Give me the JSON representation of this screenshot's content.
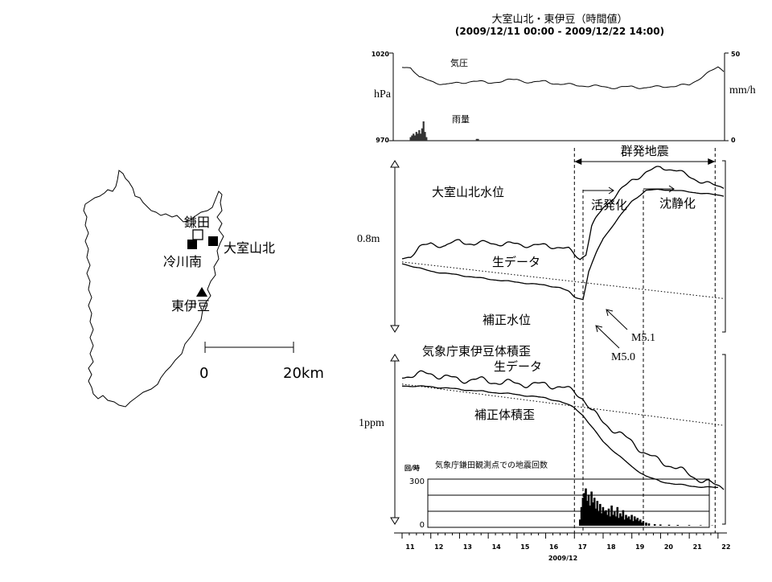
{
  "map": {
    "station_kamata": "鎌田",
    "station_omuroyama": "大室山北",
    "station_reikawa": "冷川南",
    "station_higashiizu": "東伊豆",
    "scale_zero": "0",
    "scale_dist": "20km"
  },
  "chart_data": {
    "type": "line",
    "title": "大室山北・東伊豆（時間値）",
    "subtitle": "(2009/12/11 00:00 - 2009/12/22 14:00)",
    "xlabel": "2009/12",
    "x_ticks": [
      "11",
      "12",
      "13",
      "14",
      "15",
      "16",
      "17",
      "18",
      "19",
      "20",
      "21",
      "22"
    ],
    "xlim": [
      11.0,
      22.2
    ],
    "weather": {
      "pressure_label": "気圧",
      "rain_label": "雨量",
      "left_unit": "hPa",
      "right_unit": "mm/h",
      "left_top": "1020",
      "left_bottom": "970",
      "right_top": "50",
      "right_bottom": "0",
      "ylim_pressure": [
        970,
        1020
      ],
      "ylim_rain": [
        0,
        50
      ],
      "pressure": [
        [
          11.0,
          1012
        ],
        [
          11.3,
          1012
        ],
        [
          11.6,
          1006
        ],
        [
          12.0,
          1004
        ],
        [
          12.5,
          1002
        ],
        [
          13.0,
          1003
        ],
        [
          13.5,
          1004
        ],
        [
          14.0,
          1003
        ],
        [
          14.5,
          1004
        ],
        [
          15.0,
          1005
        ],
        [
          15.5,
          1003
        ],
        [
          16.0,
          1004
        ],
        [
          16.5,
          1002
        ],
        [
          17.0,
          1002
        ],
        [
          17.5,
          1001
        ],
        [
          18.0,
          1001
        ],
        [
          18.5,
          1000
        ],
        [
          19.0,
          1001
        ],
        [
          19.5,
          1000
        ],
        [
          20.0,
          1001
        ],
        [
          20.5,
          1001
        ],
        [
          21.0,
          1002
        ],
        [
          21.5,
          1007
        ],
        [
          22.0,
          1012
        ],
        [
          22.2,
          1010
        ]
      ],
      "rain": [
        [
          11.3,
          2
        ],
        [
          11.35,
          3
        ],
        [
          11.4,
          4
        ],
        [
          11.45,
          3
        ],
        [
          11.5,
          5
        ],
        [
          11.55,
          4
        ],
        [
          11.6,
          6
        ],
        [
          11.65,
          4
        ],
        [
          11.7,
          7
        ],
        [
          11.75,
          11
        ],
        [
          11.8,
          5
        ],
        [
          11.85,
          2
        ],
        [
          13.6,
          1
        ],
        [
          13.65,
          1
        ]
      ]
    },
    "water_level": {
      "label": "大室山北水位",
      "raw_label": "生データ",
      "corrected_label": "補正水位",
      "scale_label": "0.8m",
      "scale_span": 0.8,
      "ylim": [
        -0.4,
        1.8
      ],
      "raw": [
        [
          11.0,
          0.55
        ],
        [
          11.3,
          0.58
        ],
        [
          11.6,
          0.68
        ],
        [
          12.0,
          0.74
        ],
        [
          12.5,
          0.7
        ],
        [
          13.0,
          0.78
        ],
        [
          13.5,
          0.72
        ],
        [
          14.0,
          0.76
        ],
        [
          14.5,
          0.72
        ],
        [
          15.0,
          0.74
        ],
        [
          15.5,
          0.7
        ],
        [
          16.0,
          0.72
        ],
        [
          16.5,
          0.68
        ],
        [
          16.8,
          0.66
        ],
        [
          17.0,
          0.6
        ],
        [
          17.2,
          0.55
        ],
        [
          17.4,
          0.6
        ],
        [
          17.6,
          0.95
        ],
        [
          18.0,
          1.2
        ],
        [
          18.5,
          1.38
        ],
        [
          19.0,
          1.55
        ],
        [
          19.5,
          1.65
        ],
        [
          20.0,
          1.72
        ],
        [
          20.5,
          1.68
        ],
        [
          21.0,
          1.6
        ],
        [
          21.5,
          1.52
        ],
        [
          22.0,
          1.47
        ],
        [
          22.2,
          1.47
        ]
      ],
      "corrected": [
        [
          11.0,
          0.48
        ],
        [
          11.5,
          0.43
        ],
        [
          12.0,
          0.38
        ],
        [
          13.0,
          0.33
        ],
        [
          14.0,
          0.28
        ],
        [
          15.0,
          0.24
        ],
        [
          16.0,
          0.2
        ],
        [
          16.5,
          0.17
        ],
        [
          16.8,
          0.12
        ],
        [
          17.0,
          0.05
        ],
        [
          17.3,
          0.02
        ],
        [
          17.5,
          0.38
        ],
        [
          17.8,
          0.65
        ],
        [
          18.0,
          0.8
        ],
        [
          18.5,
          1.05
        ],
        [
          19.0,
          1.28
        ],
        [
          19.5,
          1.42
        ],
        [
          20.0,
          1.43
        ],
        [
          20.5,
          1.42
        ],
        [
          21.0,
          1.4
        ],
        [
          21.5,
          1.38
        ],
        [
          22.2,
          1.35
        ]
      ],
      "trend": [
        [
          11.0,
          0.5
        ],
        [
          22.2,
          0.03
        ]
      ],
      "annotations": [
        "M5.1",
        "M5.0"
      ]
    },
    "strain": {
      "label": "気象庁東伊豆体積歪",
      "raw_label": "生データ",
      "corrected_label": "補正体積歪",
      "scale_label": "1ppm",
      "scale_span": 1,
      "ylim": [
        -2.6,
        1.3
      ],
      "raw": [
        [
          11.0,
          0.78
        ],
        [
          11.5,
          0.86
        ],
        [
          12.0,
          0.84
        ],
        [
          12.5,
          0.8
        ],
        [
          13.0,
          0.7
        ],
        [
          13.5,
          0.74
        ],
        [
          14.0,
          0.68
        ],
        [
          14.5,
          0.66
        ],
        [
          15.0,
          0.64
        ],
        [
          15.5,
          0.6
        ],
        [
          16.0,
          0.62
        ],
        [
          16.5,
          0.55
        ],
        [
          17.0,
          0.45
        ],
        [
          17.3,
          0.3
        ],
        [
          17.6,
          0.0
        ],
        [
          18.0,
          -0.25
        ],
        [
          18.5,
          -0.5
        ],
        [
          19.0,
          -0.7
        ],
        [
          19.5,
          -1.0
        ],
        [
          20.0,
          -1.15
        ],
        [
          20.5,
          -1.3
        ],
        [
          21.0,
          -1.45
        ],
        [
          21.5,
          -1.62
        ],
        [
          22.0,
          -1.72
        ],
        [
          22.2,
          -1.74
        ]
      ],
      "corrected": [
        [
          11.0,
          0.58
        ],
        [
          12.0,
          0.56
        ],
        [
          13.0,
          0.5
        ],
        [
          14.0,
          0.44
        ],
        [
          15.0,
          0.38
        ],
        [
          16.0,
          0.3
        ],
        [
          16.5,
          0.22
        ],
        [
          17.0,
          0.08
        ],
        [
          17.3,
          -0.1
        ],
        [
          17.7,
          -0.45
        ],
        [
          18.0,
          -0.7
        ],
        [
          18.5,
          -1.0
        ],
        [
          19.0,
          -1.28
        ],
        [
          19.5,
          -1.5
        ],
        [
          20.0,
          -1.62
        ],
        [
          20.5,
          -1.68
        ],
        [
          21.0,
          -1.72
        ],
        [
          21.5,
          -1.75
        ],
        [
          22.0,
          -1.76
        ]
      ],
      "trend": [
        [
          11.0,
          0.62
        ],
        [
          22.2,
          -0.33
        ]
      ]
    },
    "events": {
      "swarm_label": "群発地震",
      "active_label": "活発化",
      "calm_label": "沈静化",
      "swarm_start": 17.0,
      "swarm_end": 21.9,
      "active_start": 17.3,
      "calm_start": 19.4
    },
    "seismicity": {
      "label": "気象庁鎌田観測点での地震回数",
      "unit": "回/時",
      "y_top": "300",
      "y_bottom": "0",
      "ylim": [
        0,
        300
      ],
      "counts": [
        [
          17.2,
          40
        ],
        [
          17.25,
          120
        ],
        [
          17.3,
          180
        ],
        [
          17.35,
          210
        ],
        [
          17.4,
          240
        ],
        [
          17.45,
          160
        ],
        [
          17.5,
          200
        ],
        [
          17.55,
          130
        ],
        [
          17.6,
          220
        ],
        [
          17.65,
          150
        ],
        [
          17.7,
          180
        ],
        [
          17.75,
          110
        ],
        [
          17.8,
          160
        ],
        [
          17.85,
          90
        ],
        [
          17.9,
          140
        ],
        [
          17.95,
          80
        ],
        [
          18.0,
          120
        ],
        [
          18.05,
          90
        ],
        [
          18.1,
          100
        ],
        [
          18.15,
          70
        ],
        [
          18.2,
          110
        ],
        [
          18.25,
          60
        ],
        [
          18.3,
          130
        ],
        [
          18.35,
          70
        ],
        [
          18.4,
          90
        ],
        [
          18.45,
          60
        ],
        [
          18.5,
          120
        ],
        [
          18.55,
          50
        ],
        [
          18.6,
          80
        ],
        [
          18.65,
          60
        ],
        [
          18.7,
          100
        ],
        [
          18.75,
          40
        ],
        [
          18.8,
          70
        ],
        [
          18.85,
          50
        ],
        [
          18.9,
          60
        ],
        [
          18.95,
          40
        ],
        [
          19.0,
          70
        ],
        [
          19.05,
          30
        ],
        [
          19.1,
          60
        ],
        [
          19.15,
          40
        ],
        [
          19.2,
          50
        ],
        [
          19.25,
          30
        ],
        [
          19.3,
          40
        ],
        [
          19.35,
          20
        ],
        [
          19.4,
          30
        ],
        [
          19.5,
          20
        ],
        [
          19.6,
          15
        ],
        [
          19.8,
          10
        ],
        [
          20.0,
          8
        ],
        [
          20.3,
          6
        ],
        [
          20.6,
          5
        ],
        [
          21.0,
          4
        ],
        [
          21.4,
          3
        ],
        [
          21.8,
          2
        ]
      ]
    }
  }
}
